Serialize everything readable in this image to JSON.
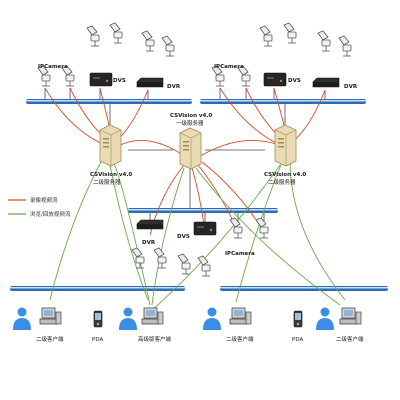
{
  "colors": {
    "bus": "#2b6cb8",
    "bus_highlight": "#cfe0f4",
    "recording_link": "#d94a2a",
    "viewing_link": "#6aaa4a",
    "server_body": "#e9dcb4",
    "server_edge": "#a08a55",
    "black_device": "#262626",
    "camera_body": "#f3f3f3",
    "camera_edge": "#555555",
    "user_icon": "#3a8ee6",
    "terminal": "#c9c9c9"
  },
  "labels": {
    "ipcamera_left": "IPCamera",
    "dvs_left": "DVS",
    "dvr_left": "DVR",
    "ipcamera_right": "IPCamera",
    "dvs_right": "DVS",
    "dvr_right": "DVR",
    "center_server_name": "CSVision v4.0",
    "center_server_role": "一级服务器",
    "left_server_name": "CSVision v4.0",
    "left_server_role": "二级服务器",
    "right_server_name": "CSVision v4.0",
    "right_server_role": "二级服务器",
    "dvr_mid": "DVR",
    "dvs_mid": "DVS",
    "ipcamera_mid": "IPCamera",
    "client_1": "二级客户端",
    "pda_1": "PDA",
    "client_2": "高级版客户端",
    "client_3": "二级客户端",
    "pda_2": "PDA",
    "client_4": "二级客户端"
  },
  "legend": {
    "recording": "录像视频流",
    "viewing": "浏览/回放视频流"
  }
}
